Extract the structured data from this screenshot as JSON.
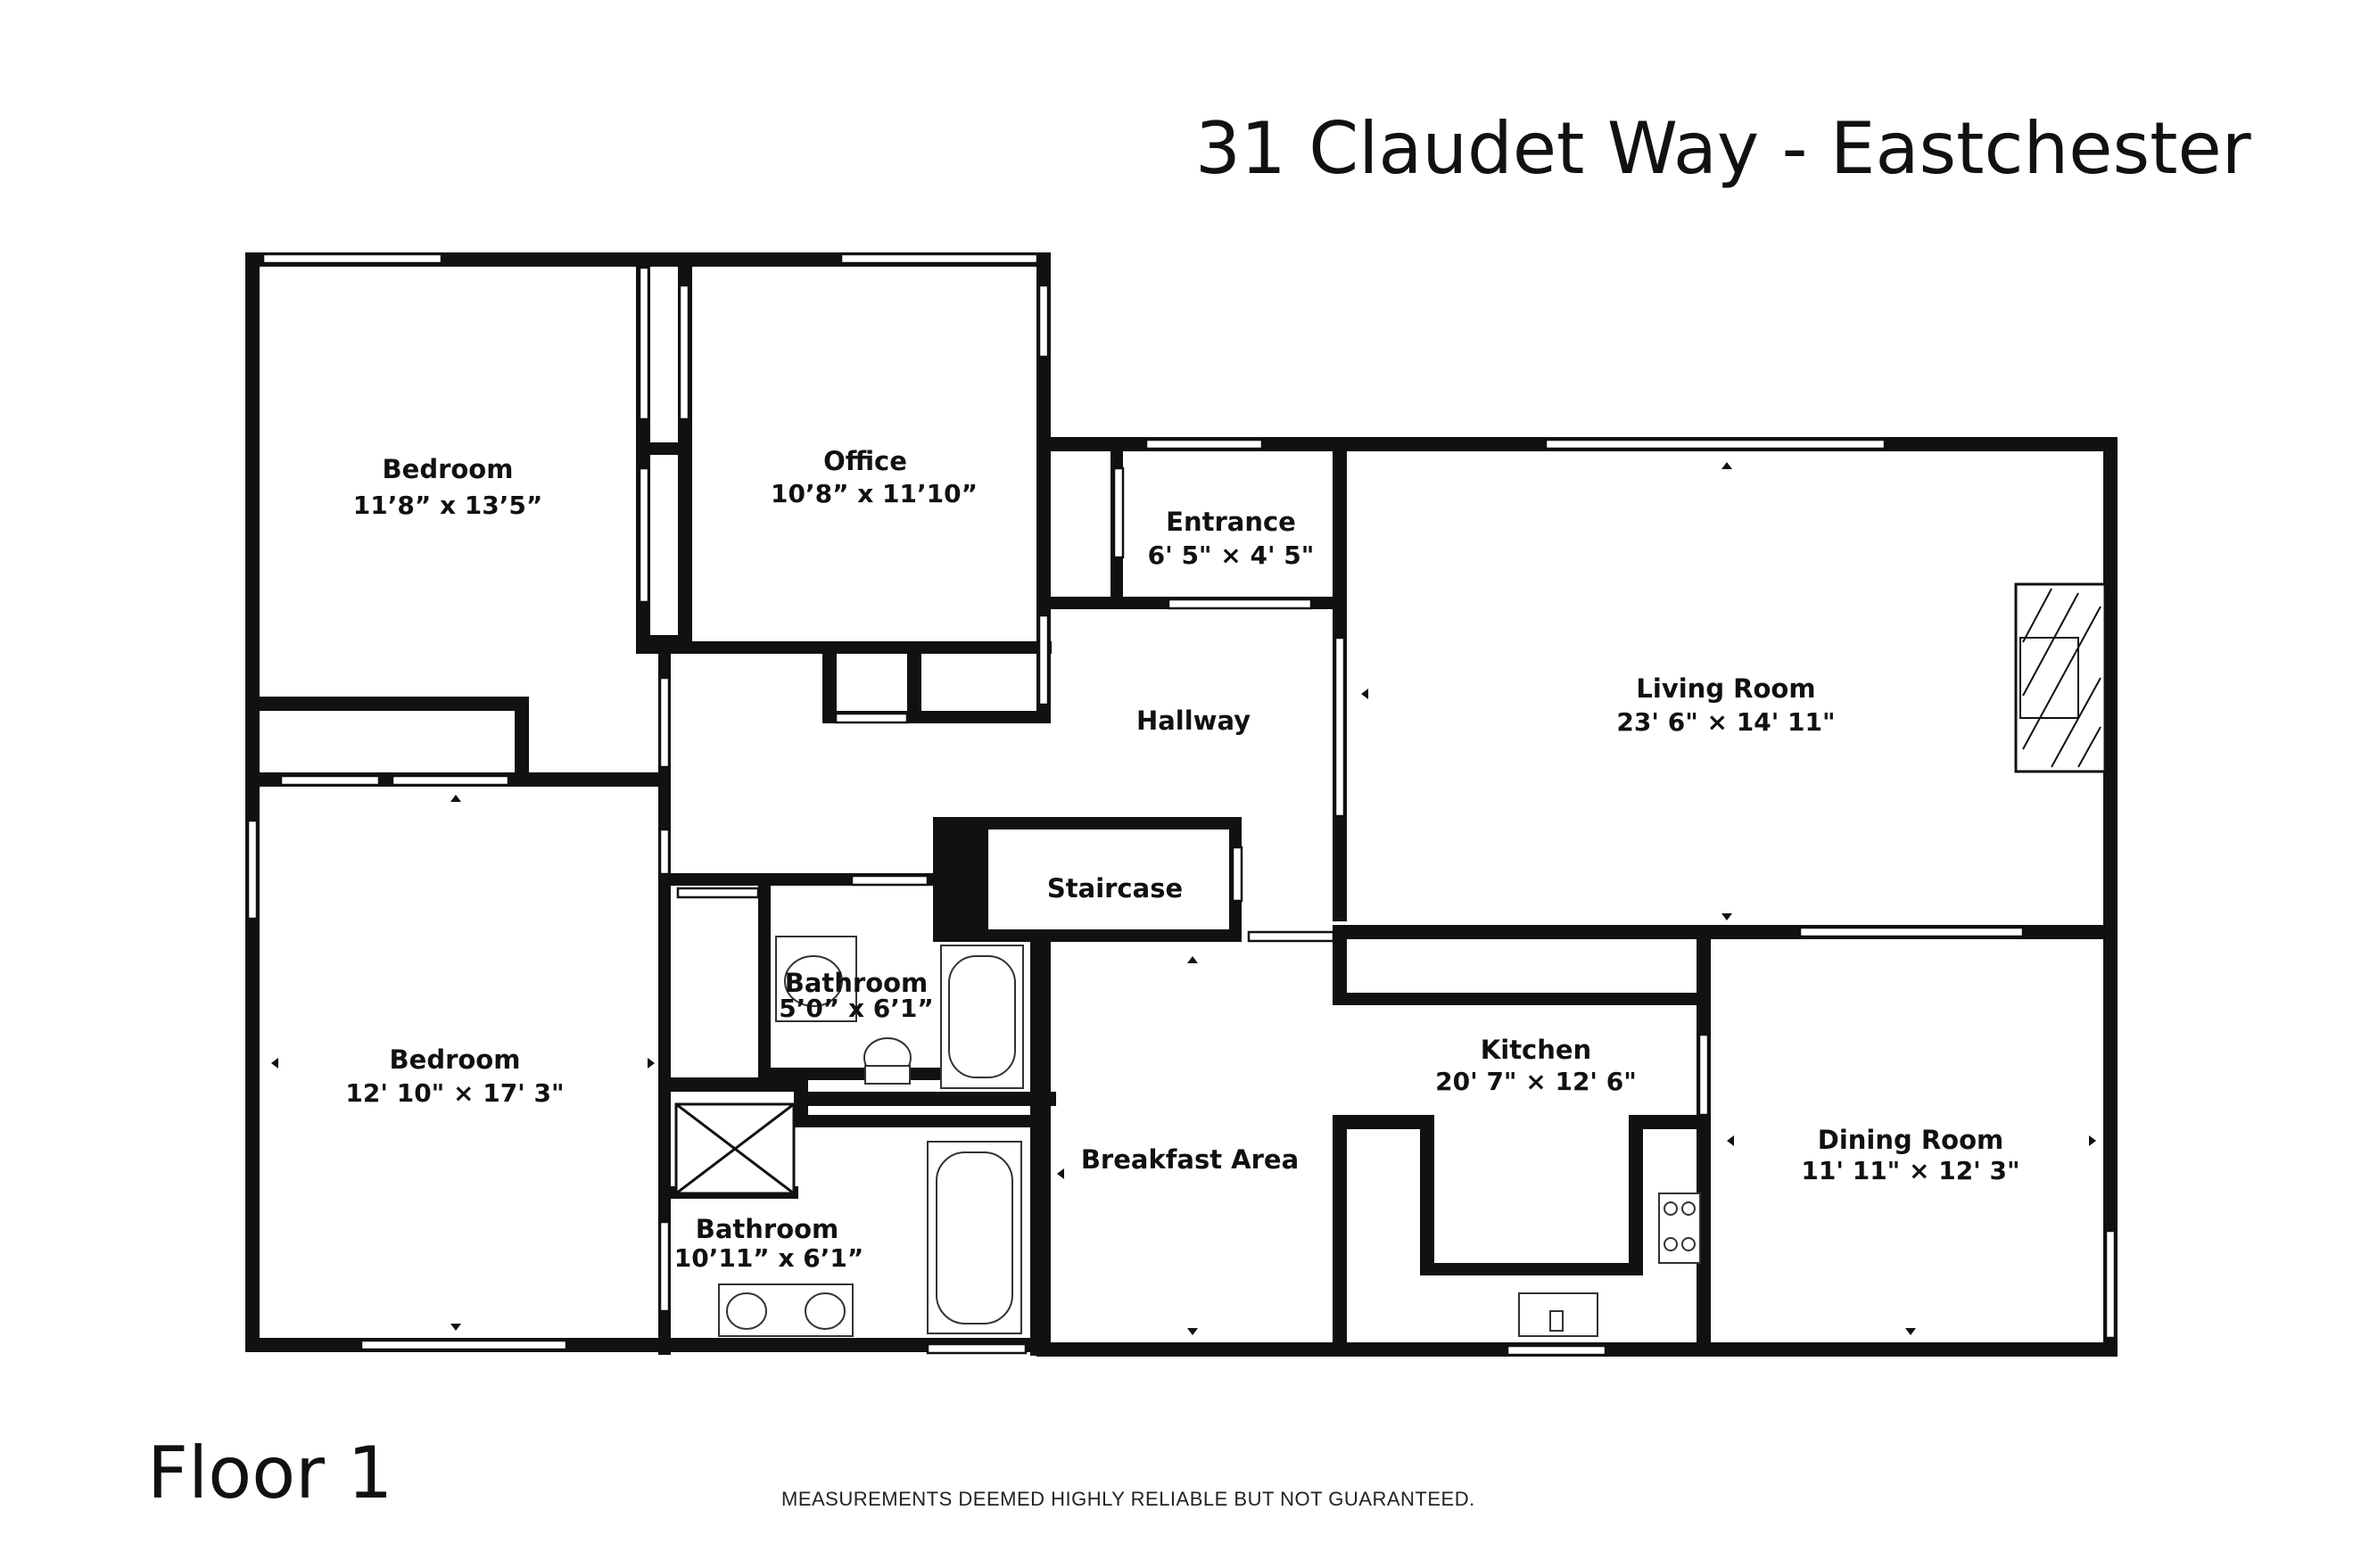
{
  "header": {
    "address": "31 Claudet Way - Eastchester"
  },
  "footer": {
    "floor_label": "Floor 1",
    "disclaimer": "MEASUREMENTS DEEMED HIGHLY RELIABLE BUT NOT GUARANTEED."
  },
  "rooms": {
    "bedroom_ne": {
      "name": "Bedroom",
      "dims": "11’8” x 13’5”"
    },
    "office": {
      "name": "Office",
      "dims": "10’8” x 11’10”"
    },
    "entrance": {
      "name": "Entrance",
      "dims": "6' 5\" × 4' 5\""
    },
    "hallway": {
      "name": "Hallway"
    },
    "living_room": {
      "name": "Living Room",
      "dims": "23' 6\" × 14' 11\""
    },
    "staircase": {
      "name": "Staircase"
    },
    "bathroom_small": {
      "name": "Bathroom",
      "dims": "5’0” x 6’1”"
    },
    "bedroom_sw": {
      "name": "Bedroom",
      "dims": "12' 10\" × 17' 3\""
    },
    "kitchen": {
      "name": "Kitchen",
      "dims": "20' 7\" × 12' 6\""
    },
    "breakfast_area": {
      "name": "Breakfast Area"
    },
    "dining_room": {
      "name": "Dining Room",
      "dims": "11' 11\" × 12' 3\""
    },
    "bathroom_large": {
      "name": "Bathroom",
      "dims": "10’11” x 6’1”"
    }
  }
}
